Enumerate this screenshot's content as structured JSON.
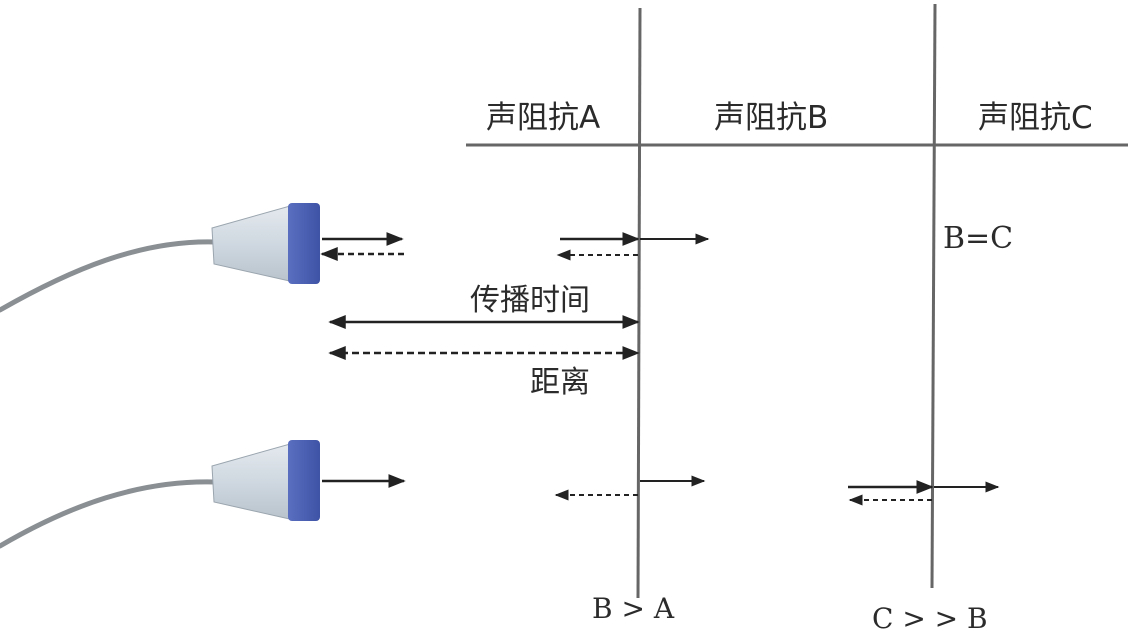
{
  "diagram": {
    "regions": [
      {
        "label": "声阻抗A"
      },
      {
        "label": "声阻抗B"
      },
      {
        "label": "声阻抗C"
      }
    ],
    "labels": {
      "propagation_time": "传播时间",
      "distance": "距离",
      "b_equals_c": "B=C",
      "b_greater_a": "B > A",
      "c_much_greater_b": "C > > B"
    }
  }
}
